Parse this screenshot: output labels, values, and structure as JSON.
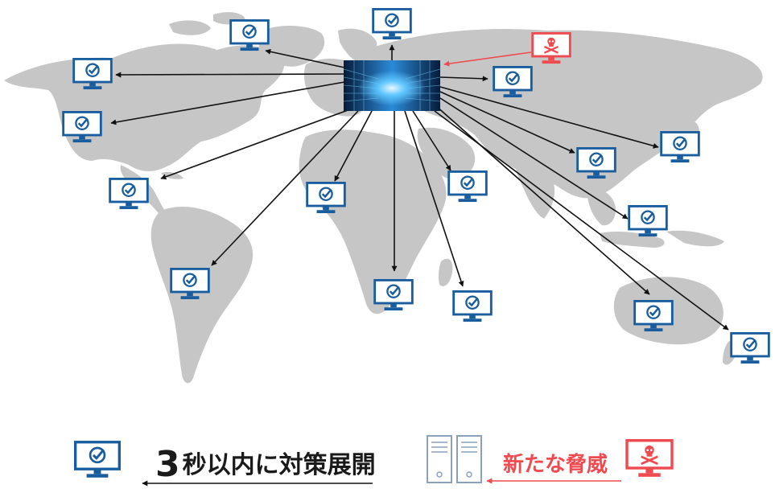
{
  "colors": {
    "monitor_blue": "#1a5d9e",
    "threat_red": "#ef4a4f",
    "map_gray": "#c6c6c6",
    "arrow_black": "#111111",
    "server_gray": "#8aa0bb"
  },
  "icons": {
    "hub": "data-center-server-room-image",
    "protected": "monitor-checkmark-icon",
    "threat": "monitor-skull-icon",
    "servers": "server-tower-icon"
  },
  "legend": {
    "protected_number": "3",
    "protected_text": "秒以内に対策展開",
    "threat_text": "新たな脅威"
  }
}
